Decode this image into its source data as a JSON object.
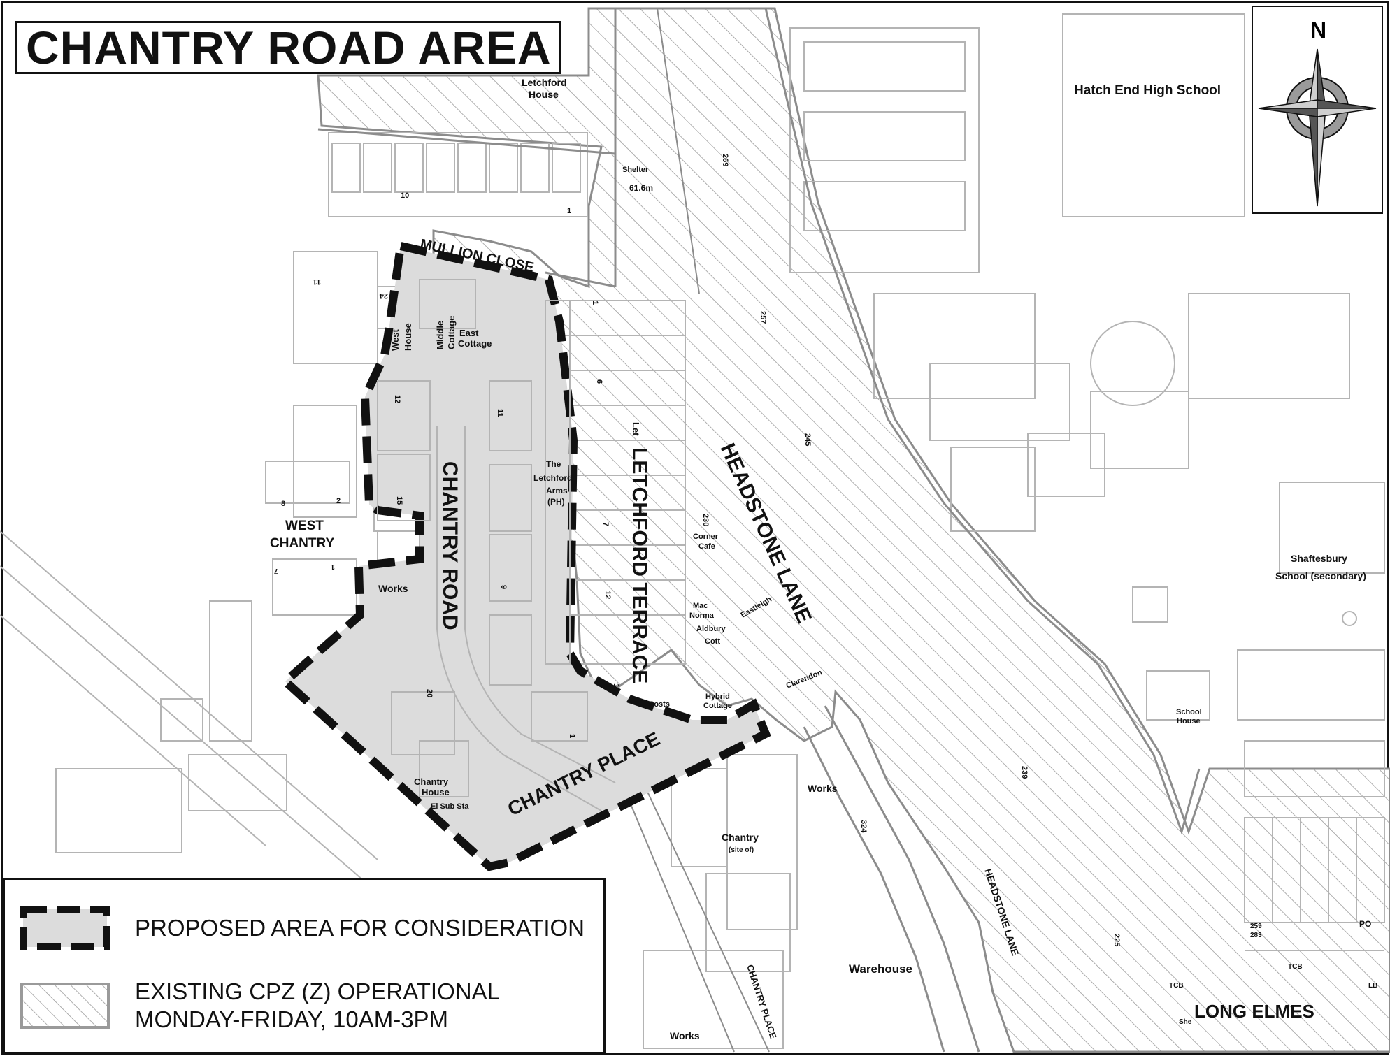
{
  "title": "CHANTRY ROAD AREA",
  "north_label": "N",
  "legend": {
    "proposed": "PROPOSED AREA FOR CONSIDERATION",
    "existing_line1": "EXISTING CPZ (Z) OPERATIONAL",
    "existing_line2": "MONDAY-FRIDAY, 10AM-3PM"
  },
  "roads": {
    "mullion_close": "MULLION CLOSE",
    "chantry_road": "CHANTRY ROAD",
    "letchford_terrace": "LETCHFORD TERRACE",
    "headstone_lane": "HEADSTONE LANE",
    "headstone_lane_small": "HEADSTONE LANE",
    "chantry_place": "CHANTRY PLACE",
    "chantry_place_small": "CHANTRY PLACE",
    "long_elmes": "LONG ELMES",
    "west_chantry_1": "WEST",
    "west_chantry_2": "CHANTRY"
  },
  "places": {
    "letchford_house_1": "Letchford",
    "letchford_house_2": "House",
    "hatch_end": "Hatch End High School",
    "shelter": "Shelter",
    "spot_height": "61.6m",
    "west_house_1": "West",
    "west_house_2": "House",
    "middle_cottage_1": "Middle",
    "middle_cottage_2": "Cottage",
    "east_cottage_1": "East",
    "east_cottage_2": "Cottage",
    "letchford_arms_1": "The",
    "letchford_arms_2": "Letchford",
    "letchford_arms_3": "Arms",
    "letchford_arms_4": "(PH)",
    "corner_cafe_1": "Corner",
    "corner_cafe_2": "Cafe",
    "mac_norma_1": "Mac",
    "mac_norma_2": "Norma",
    "aldbury_1": "Aldbury",
    "aldbury_2": "Cott",
    "eastleigh": "Eastleigh",
    "clarendon": "Clarendon",
    "hybrid_1": "Hybrid",
    "hybrid_2": "Cottage",
    "posts": "Posts",
    "works_1": "Works",
    "works_2": "Works",
    "works_3": "Works",
    "chantry_house_1": "Chantry",
    "chantry_house_2": "House",
    "el_sub_sta": "El Sub Sta",
    "chantry_site_1": "Chantry",
    "chantry_site_2": "(site of)",
    "warehouse": "Warehouse",
    "shaftesbury_1": "Shaftesbury",
    "shaftesbury_2": "School (secondary)",
    "school_house_1": "School",
    "school_house_2": "House",
    "tcb_1": "TCB",
    "tcb_2": "TCB",
    "lb": "LB",
    "po": "PO",
    "she": "She",
    "let": "Let"
  },
  "numbers": {
    "n10": "10",
    "n1a": "1",
    "n11": "11",
    "n24": "24",
    "n12a": "12",
    "n11b": "11",
    "n15": "15",
    "n8": "8",
    "n2": "2",
    "n7": "7",
    "n1b": "1",
    "n9": "9",
    "n20": "20",
    "n1c": "1",
    "n1d": "1",
    "n6": "6",
    "n7b": "7",
    "n12b": "12",
    "n17": "17",
    "n269": "269",
    "n257": "257",
    "n245": "245",
    "n230": "230",
    "n239": "239",
    "n324": "324",
    "n225": "225",
    "n259": "259",
    "n283": "283"
  },
  "colors": {
    "proposed_fill": "#dcdcdc",
    "outline": "#111111",
    "hatch": "#9a9a9a",
    "building_line": "#b4b4b4",
    "road_edge": "#8c8c8c"
  }
}
